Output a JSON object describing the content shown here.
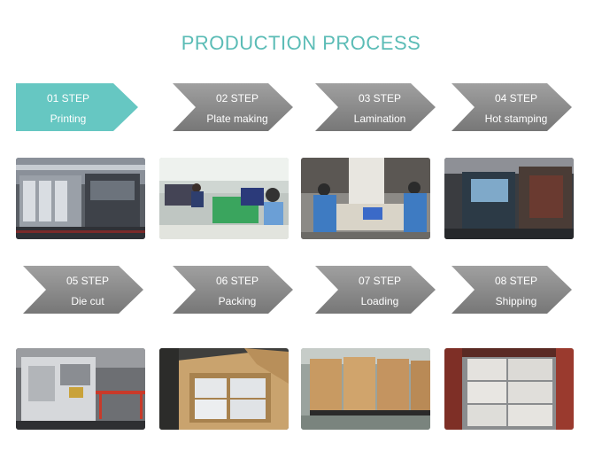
{
  "title": "PRODUCTION PROCESS",
  "colors": {
    "accent": "#5bbcb6",
    "active_step": "#66c7c2",
    "inactive_step": "#8a8a8a"
  },
  "steps": [
    {
      "number": "01 STEP",
      "label": "Printing",
      "active": true
    },
    {
      "number": "02 STEP",
      "label": "Plate making",
      "active": false
    },
    {
      "number": "03 STEP",
      "label": "Lamination",
      "active": false
    },
    {
      "number": "04 STEP",
      "label": "Hot stamping",
      "active": false
    },
    {
      "number": "05 STEP",
      "label": "Die cut",
      "active": false
    },
    {
      "number": "06 STEP",
      "label": "Packing",
      "active": false
    },
    {
      "number": "07 STEP",
      "label": "Loading",
      "active": false
    },
    {
      "number": "08 STEP",
      "label": "Shipping",
      "active": false
    }
  ]
}
